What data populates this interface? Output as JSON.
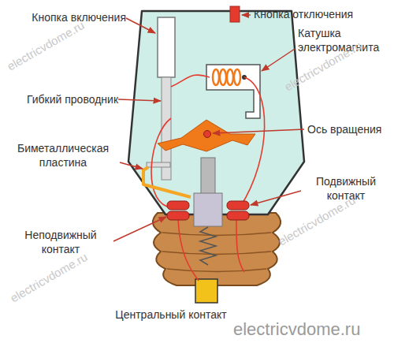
{
  "diagram": {
    "labels": [
      "Кнопка включения",
      "Кнопка отключения",
      "Катушка электромагнита",
      "Гибкий проводник",
      "Ось вращения",
      "Биметаллическая пластина",
      "Подвижный контакт",
      "Неподвижный контакт",
      "Центральный контакт",
      "electricvdome.ru",
      "electricvdome.ru",
      "electricvdome.ru",
      "electricvdome.ru",
      "electricvdome.ru"
    ]
  }
}
